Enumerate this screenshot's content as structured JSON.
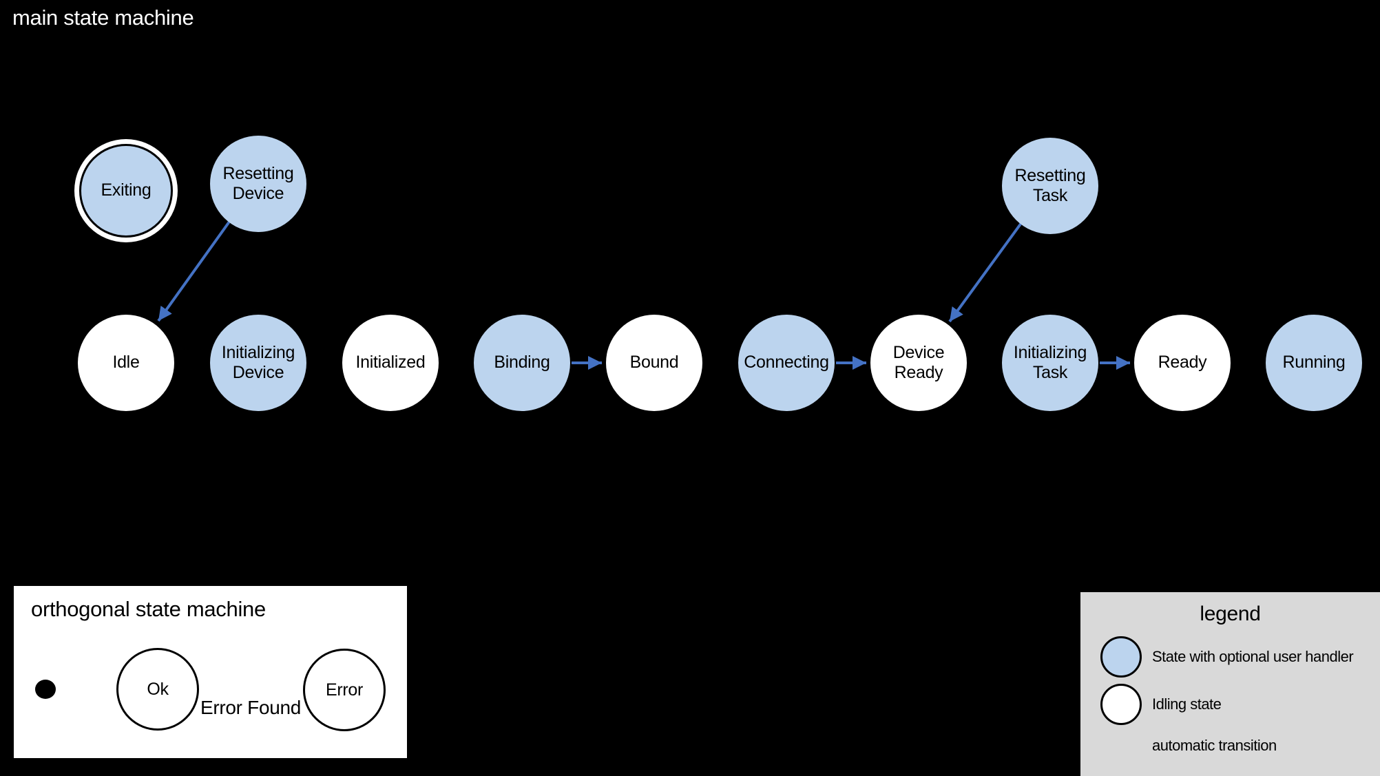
{
  "colors": {
    "background": "#000000",
    "user_handler_state_fill": "#bcd4ee",
    "idling_state_fill": "#ffffff",
    "transition_blue": "#4472c4",
    "legend_background": "#d9d9d9",
    "stroke": "#000000"
  },
  "main_machine": {
    "title": "main state machine",
    "states": {
      "exiting": {
        "label": "Exiting"
      },
      "resetting_device": {
        "label": "Resetting\nDevice"
      },
      "resetting_task": {
        "label": "Resetting\nTask"
      },
      "idle": {
        "label": "Idle"
      },
      "initializing_device": {
        "label": "Initializing\nDevice"
      },
      "initialized": {
        "label": "Initialized"
      },
      "binding": {
        "label": "Binding"
      },
      "bound": {
        "label": "Bound"
      },
      "connecting": {
        "label": "Connecting"
      },
      "device_ready": {
        "label": "Device\nReady"
      },
      "initializing_task": {
        "label": "Initializing\nTask"
      },
      "ready": {
        "label": "Ready"
      },
      "running": {
        "label": "Running"
      }
    }
  },
  "orthogonal_machine": {
    "title": "orthogonal state machine",
    "states": {
      "ok": {
        "label": "Ok"
      },
      "error": {
        "label": "Error"
      }
    },
    "transition_label": "Error Found"
  },
  "legend": {
    "title": "legend",
    "items": [
      {
        "symbol": "user-handler-state",
        "label": "State with optional user handler"
      },
      {
        "symbol": "idling-state",
        "label": "Idling state"
      },
      {
        "symbol": "automatic-transition-arrow",
        "label": "automatic transition"
      }
    ]
  }
}
